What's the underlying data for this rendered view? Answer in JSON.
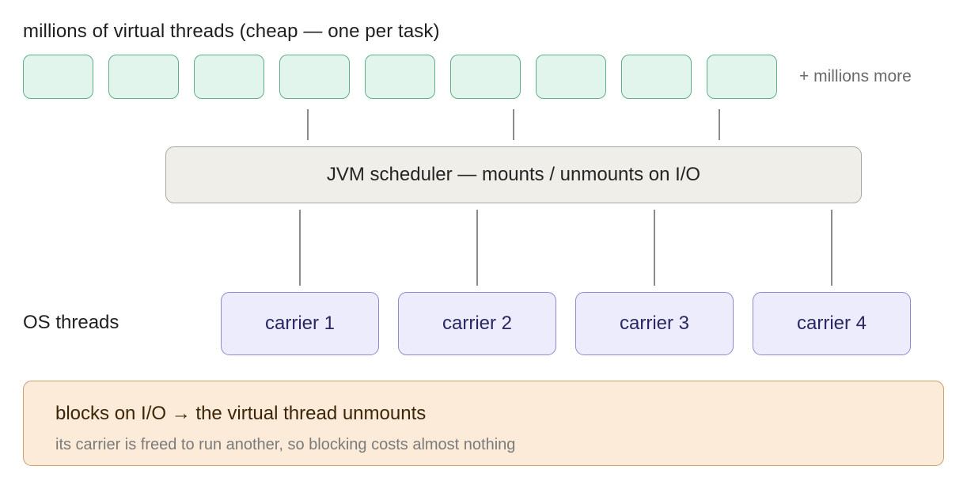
{
  "virtual_threads": {
    "heading": "millions of virtual threads (cheap — one per task)",
    "more_label": "+ millions more",
    "count_shown": 9
  },
  "scheduler": {
    "label": "JVM scheduler — mounts / unmounts on I/O"
  },
  "os_threads": {
    "label": "OS threads",
    "carriers": [
      {
        "label": "carrier 1"
      },
      {
        "label": "carrier 2"
      },
      {
        "label": "carrier 3"
      },
      {
        "label": "carrier 4"
      }
    ]
  },
  "note": {
    "title": "blocks on I/O → the virtual thread unmounts",
    "subtitle": "its carrier is freed to run another, so blocking costs almost nothing"
  },
  "colors": {
    "virtual_fill": "#e2f5ec",
    "virtual_border": "#5fae88",
    "scheduler_fill": "#efeee9",
    "carrier_fill": "#ececfd",
    "carrier_border": "#8e88d6",
    "note_fill": "#fbebd8",
    "note_border": "#c9a06a"
  }
}
